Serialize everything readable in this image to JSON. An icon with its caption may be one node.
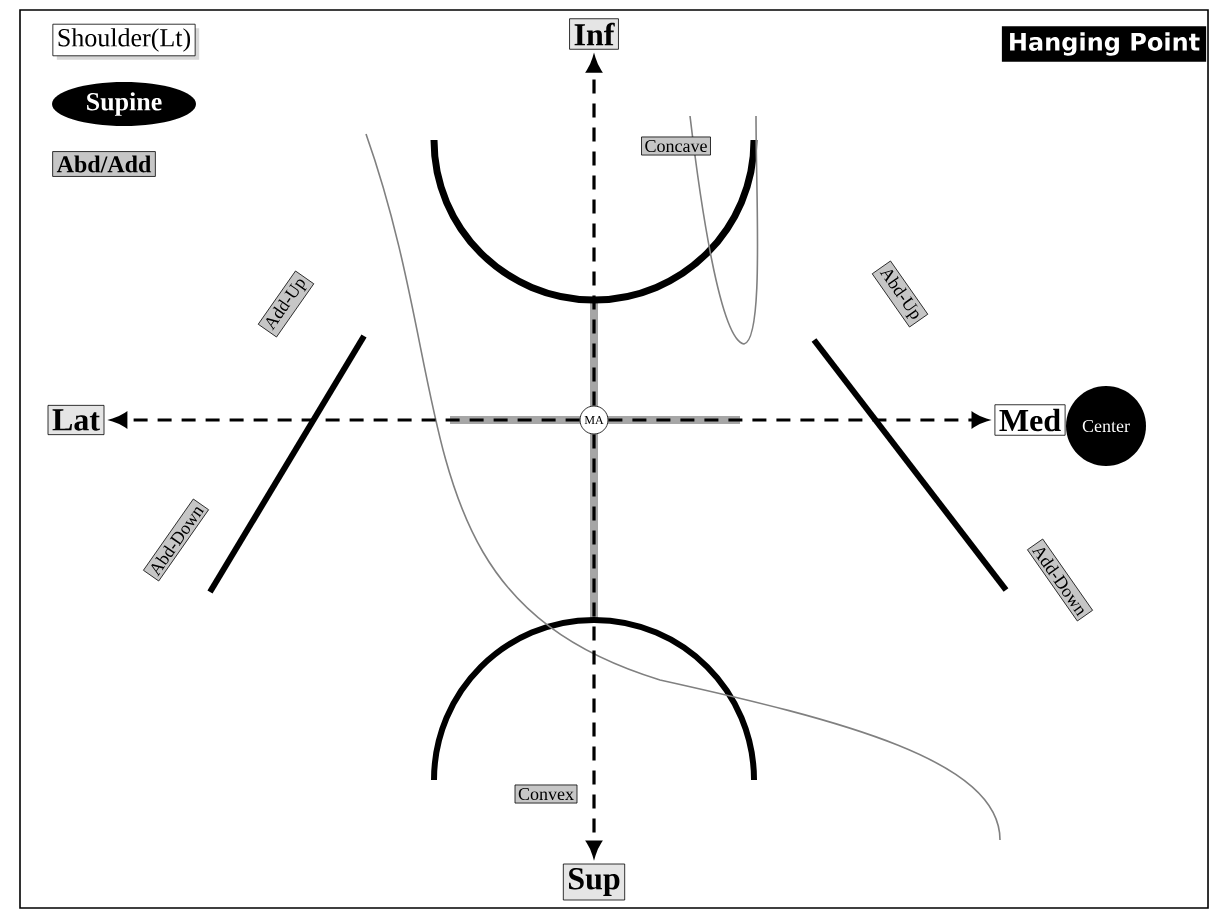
{
  "diagram": {
    "nodes": [
      {
        "text": [
          "Shoulder(Lt)"
        ]
      },
      {
        "text": [
          "Supine"
        ]
      },
      {
        "text": [
          "Abd/Add"
        ]
      },
      {
        "text": [
          "Hanging Point"
        ]
      },
      {
        "text": [
          "Inf"
        ]
      },
      {
        "text": [
          "Concave"
        ]
      },
      {
        "text": [
          "Add-Up"
        ]
      },
      {
        "text": [
          "Abd-Up"
        ]
      },
      {
        "text": [
          "Lat"
        ]
      },
      {
        "text": [
          "MA"
        ]
      },
      {
        "text": [
          "Med"
        ]
      },
      {
        "text": [
          "Center"
        ]
      },
      {
        "text": [
          "Abd-Down"
        ]
      },
      {
        "text": [
          "Add-Down"
        ]
      },
      {
        "text": [
          "Convex"
        ]
      },
      {
        "text": [
          "Sup"
        ]
      }
    ],
    "edges": [
      {
        "from": 9,
        "to": 4,
        "arrow": "to",
        "style": "dashed"
      },
      {
        "from": 9,
        "to": 8,
        "arrow": "to",
        "style": "dashed"
      },
      {
        "from": 9,
        "to": 10,
        "arrow": "to",
        "style": "dashed"
      },
      {
        "from": 9,
        "to": 15,
        "arrow": "to",
        "style": "dashed"
      }
    ]
  }
}
